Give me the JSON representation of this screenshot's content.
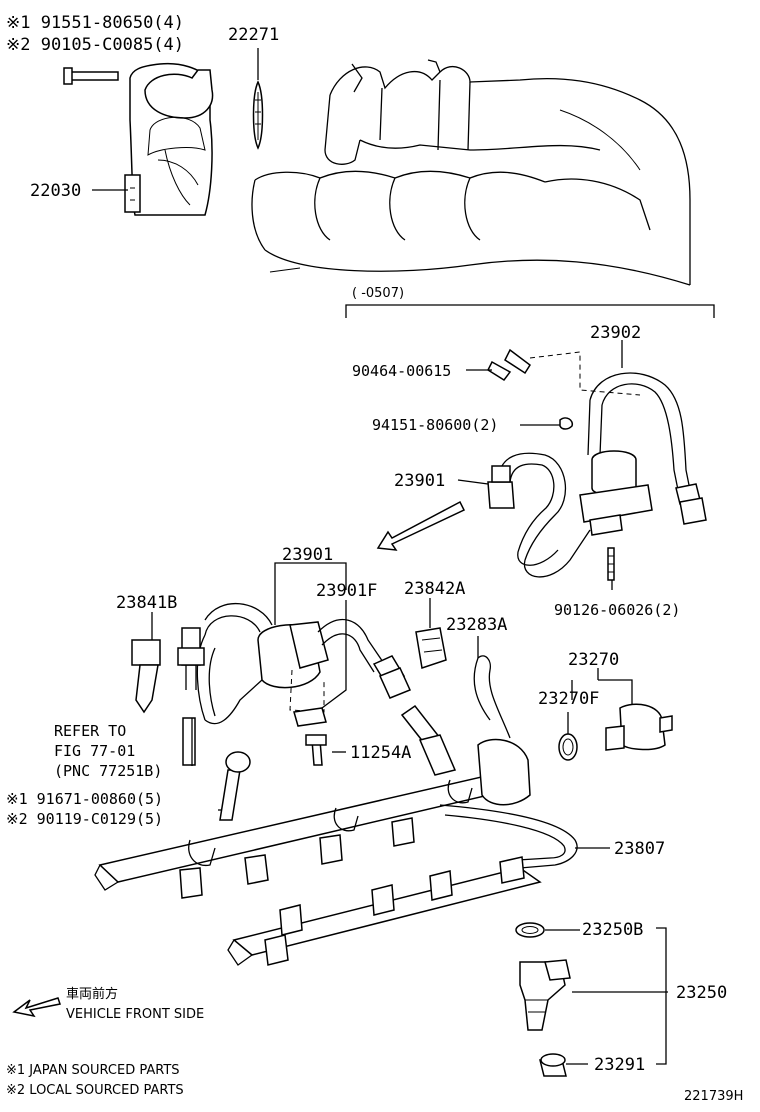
{
  "labels": {
    "note1_top": "※1 91551-80650(4)",
    "note2_top": "※2 90105-C0085(4)",
    "p22271": "22271",
    "p22030": "22030",
    "date_range": "(   -0507)",
    "p23902": "23902",
    "p90464": "90464-00615",
    "p94151": "94151-80600(2)",
    "p23901_a": "23901",
    "p90126": "90126-06026(2)",
    "p23901_b": "23901",
    "p23901F": "23901F",
    "p23841B": "23841B",
    "p23842A": "23842A",
    "p23283A": "23283A",
    "p23270": "23270",
    "p23270F": "23270F",
    "refer_1": "REFER TO",
    "refer_2": "FIG 77-01",
    "refer_3": "(PNC 77251B)",
    "p11254A": "11254A",
    "note1_mid": "※1 91671-00860(5)",
    "note2_mid": "※2 90119-C0129(5)",
    "p23807": "23807",
    "p23250B": "23250B",
    "p23250": "23250",
    "p23291": "23291",
    "front_jp": "車両前方",
    "front_en": "VEHICLE FRONT SIDE",
    "legend1": "※1 JAPAN SOURCED PARTS",
    "legend2": "※2 LOCAL SOURCED PARTS",
    "fig_id": "221739H"
  }
}
